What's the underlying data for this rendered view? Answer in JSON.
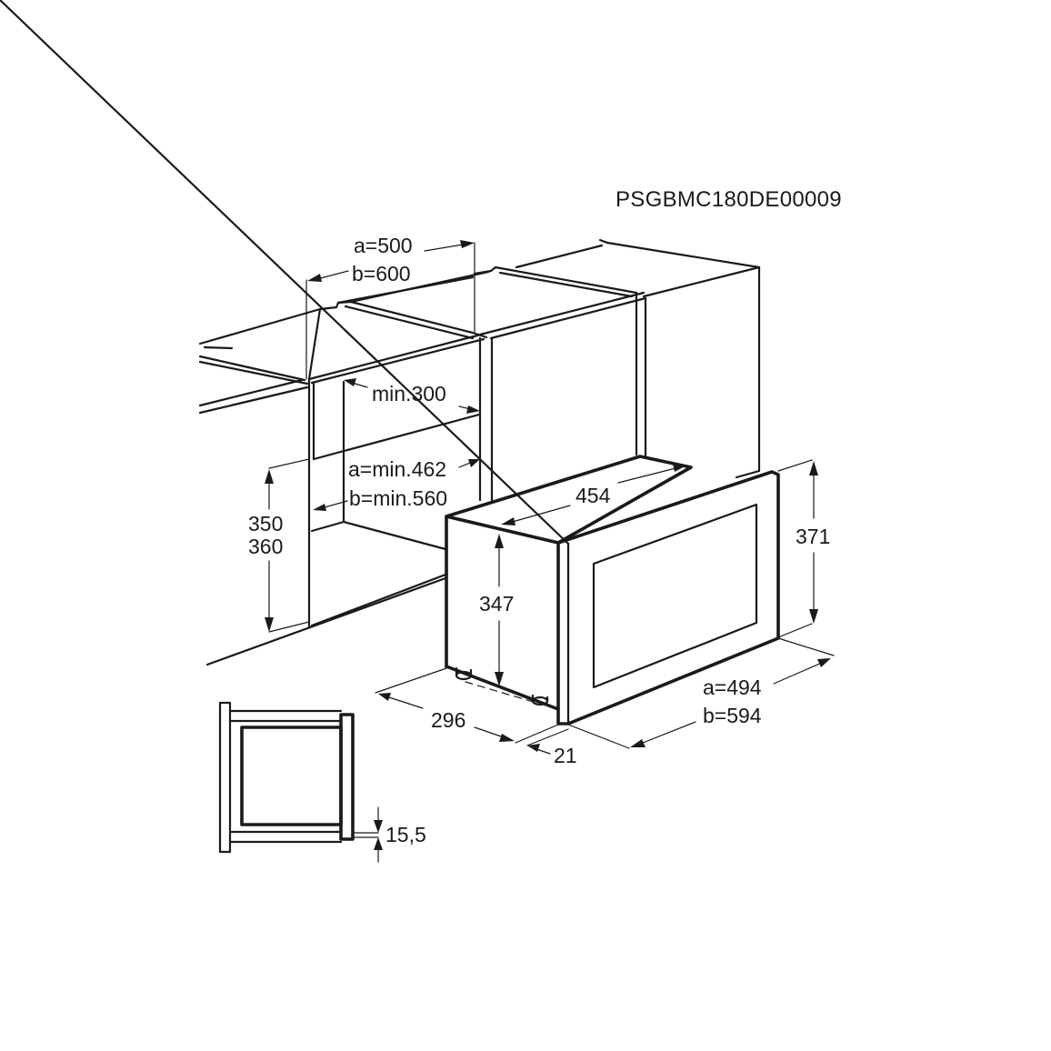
{
  "diagram": {
    "code": "PSGBMC180DE00009",
    "colors": {
      "line": "#1a1a1a",
      "background": "#ffffff"
    },
    "cabinet": {
      "width_a": "a=500",
      "width_b": "b=600",
      "min_depth": "min.300",
      "niche_width_a": "a=min.462",
      "niche_width_b": "b=min.560",
      "niche_height_1": "350",
      "niche_height_2": "360"
    },
    "appliance": {
      "body_width": "454",
      "body_height": "347",
      "depth": "296",
      "front_height": "371",
      "front_width_a": "a=494",
      "front_width_b": "b=594",
      "front_thickness": "21"
    },
    "side_view": {
      "gap": "15,5"
    }
  }
}
